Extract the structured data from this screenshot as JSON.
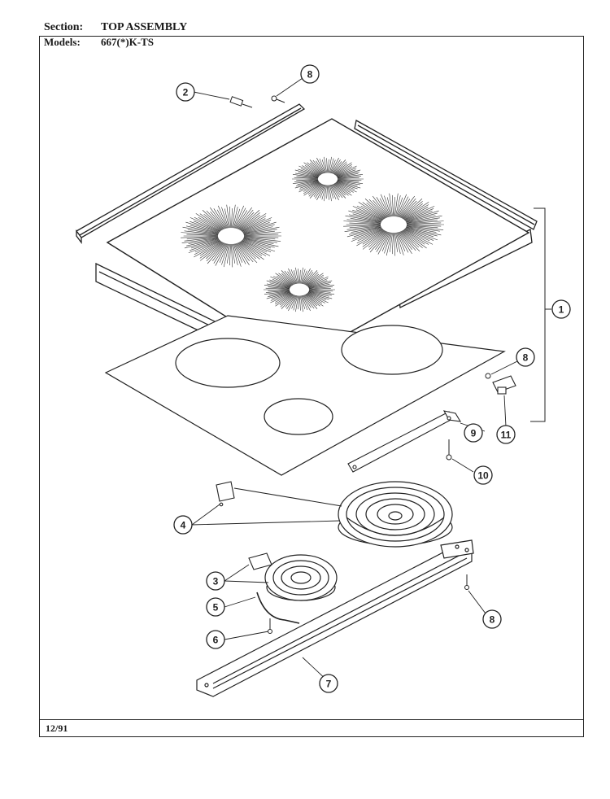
{
  "header": {
    "section_label": "Section:",
    "section_value": "TOP ASSEMBLY",
    "models_label": "Models:",
    "models_value": "667(*)K-TS"
  },
  "footer": {
    "date": "12/91"
  },
  "callouts": {
    "c1": "1",
    "c2": "2",
    "c3": "3",
    "c4": "4",
    "c5": "5",
    "c6": "6",
    "c7": "7",
    "c8a": "8",
    "c8b": "8",
    "c8c": "8",
    "c9": "9",
    "c10": "10",
    "c11": "11"
  }
}
